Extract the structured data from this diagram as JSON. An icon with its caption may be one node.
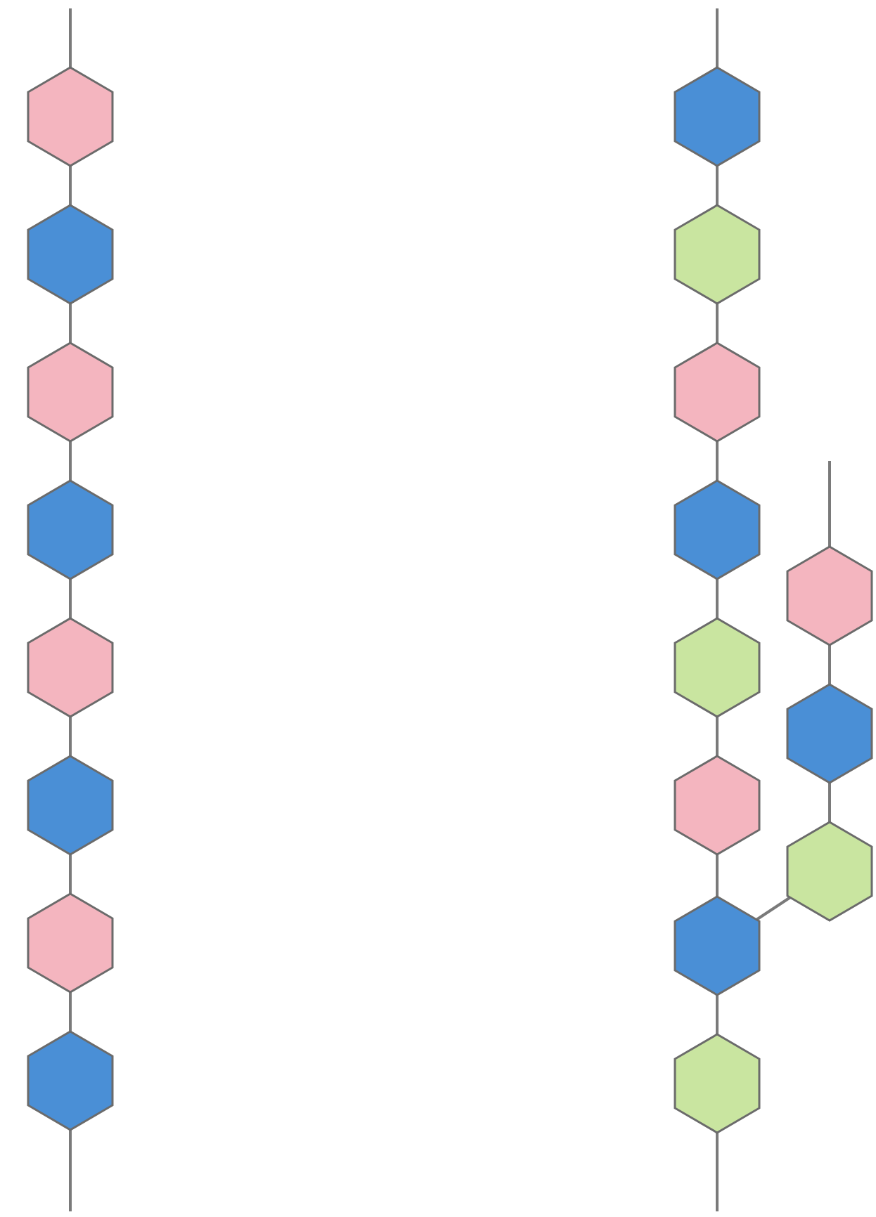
{
  "diagram": {
    "nodes": [
      {
        "text": [],
        "shape": "hexagon"
      },
      {
        "text": [],
        "shape": "hexagon"
      },
      {
        "text": [],
        "shape": "hexagon"
      },
      {
        "text": [],
        "shape": "hexagon"
      },
      {
        "text": [],
        "shape": "hexagon"
      },
      {
        "text": [],
        "shape": "hexagon"
      },
      {
        "text": [],
        "shape": "hexagon"
      },
      {
        "text": [],
        "shape": "hexagon"
      },
      {
        "text": [],
        "shape": "hexagon"
      },
      {
        "text": [],
        "shape": "hexagon"
      },
      {
        "text": [],
        "shape": "hexagon"
      },
      {
        "text": [],
        "shape": "hexagon"
      },
      {
        "text": [],
        "shape": "hexagon"
      },
      {
        "text": [],
        "shape": "hexagon"
      },
      {
        "text": [],
        "shape": "hexagon"
      },
      {
        "text": [],
        "shape": "hexagon"
      },
      {
        "text": [],
        "shape": "hexagon"
      },
      {
        "text": [],
        "shape": "hexagon"
      },
      {
        "text": [],
        "shape": "hexagon"
      }
    ],
    "edges": [
      {
        "from": null,
        "to": 0,
        "arrow": "none"
      },
      {
        "from": 0,
        "to": 1,
        "arrow": "none"
      },
      {
        "from": 1,
        "to": 2,
        "arrow": "none"
      },
      {
        "from": 2,
        "to": 3,
        "arrow": "none"
      },
      {
        "from": 3,
        "to": 4,
        "arrow": "none"
      },
      {
        "from": 4,
        "to": 5,
        "arrow": "none"
      },
      {
        "from": 5,
        "to": 6,
        "arrow": "none"
      },
      {
        "from": 6,
        "to": 7,
        "arrow": "none"
      },
      {
        "from": 7,
        "to": null,
        "arrow": "none"
      },
      {
        "from": null,
        "to": 8,
        "arrow": "none"
      },
      {
        "from": 8,
        "to": 9,
        "arrow": "none"
      },
      {
        "from": 9,
        "to": 10,
        "arrow": "none"
      },
      {
        "from": 10,
        "to": 11,
        "arrow": "none"
      },
      {
        "from": 11,
        "to": 12,
        "arrow": "none"
      },
      {
        "from": 12,
        "to": 13,
        "arrow": "none"
      },
      {
        "from": 13,
        "to": 14,
        "arrow": "none"
      },
      {
        "from": 14,
        "to": 15,
        "arrow": "none"
      },
      {
        "from": 15,
        "to": null,
        "arrow": "none"
      },
      {
        "from": null,
        "to": 16,
        "arrow": "none"
      },
      {
        "from": 16,
        "to": 17,
        "arrow": "none"
      },
      {
        "from": 17,
        "to": 18,
        "arrow": "none"
      },
      {
        "from": 18,
        "to": 14,
        "arrow": "none"
      }
    ]
  }
}
